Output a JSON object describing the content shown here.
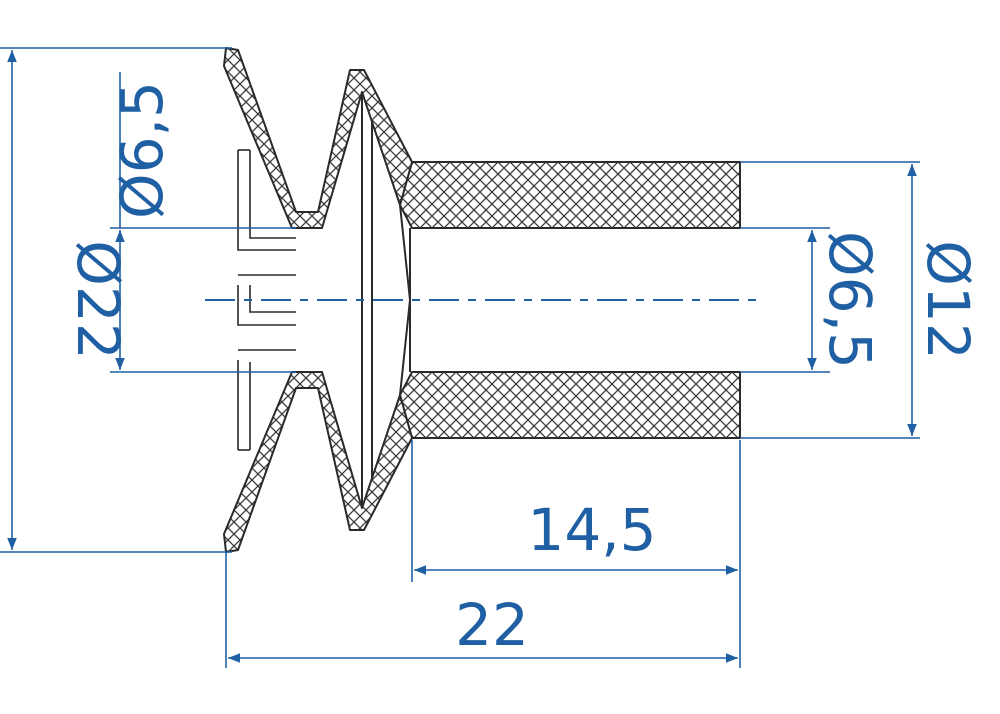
{
  "colors": {
    "part_outline": "#2a2a2a",
    "hatch": "#3a3a3a",
    "dimension": "#1f5fa3",
    "background": "#ffffff"
  },
  "dimensions": {
    "outer_diameter": "Ø22",
    "inner_left_diameter": "Ø6,5",
    "inner_right_diameter": "Ø6,5",
    "shaft_diameter": "Ø12",
    "shaft_length": "14,5",
    "total_length": "22"
  }
}
